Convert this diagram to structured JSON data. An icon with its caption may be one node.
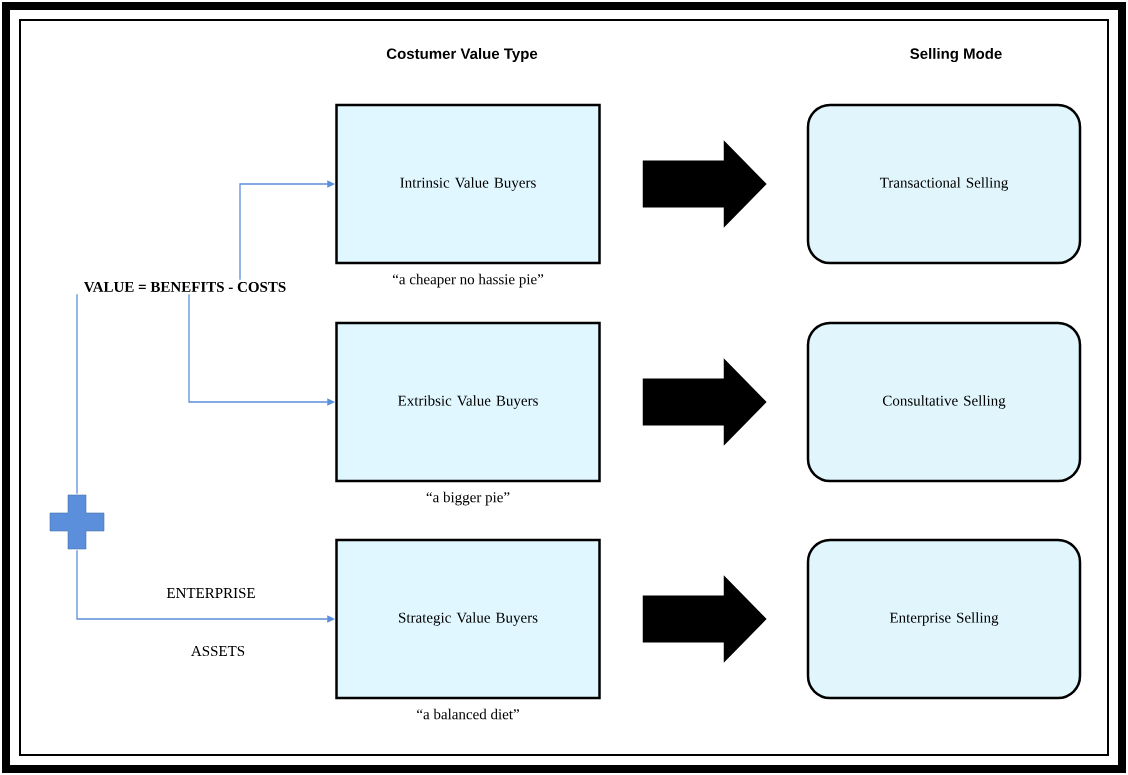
{
  "diagram": {
    "nodes": [
      {
        "text": [
          "VALUE = BENEFITS - COSTS"
        ]
      },
      {
        "text": [
          "Intrinsic Value Buyers"
        ],
        "beside": [
          "“a cheaper no hassie pie”"
        ]
      },
      {
        "text": [
          "Extribsic Value Buyers"
        ],
        "beside": [
          "“a bigger pie”"
        ]
      },
      {
        "text": [
          "Strategic Value Buyers"
        ],
        "beside": [
          "“a balanced diet”"
        ]
      },
      {
        "text": [
          "Transactional Selling"
        ]
      },
      {
        "text": [
          "Consultative Selling"
        ]
      },
      {
        "text": [
          "Enterprise Selling"
        ]
      },
      {
        "text": [],
        "shape": "cross"
      }
    ],
    "edges": [
      {
        "from": 0,
        "to": 1,
        "arrow": "to"
      },
      {
        "from": 0,
        "to": 2,
        "arrow": "to"
      },
      {
        "from": 0,
        "to": 7,
        "arrow": "none"
      },
      {
        "from": 7,
        "to": 3,
        "arrow": "to"
      },
      {
        "from": 1,
        "to": 4,
        "arrow": "to",
        "style": "thick",
        "color": "#000000"
      },
      {
        "from": 2,
        "to": 5,
        "arrow": "to",
        "style": "thick",
        "color": "#000000"
      },
      {
        "from": 3,
        "to": 6,
        "arrow": "to",
        "style": "thick",
        "color": "#000000"
      }
    ],
    "labels": [
      "Costumer Value Type",
      "Selling Mode",
      "ENTERPRISE",
      "ASSETS"
    ]
  }
}
